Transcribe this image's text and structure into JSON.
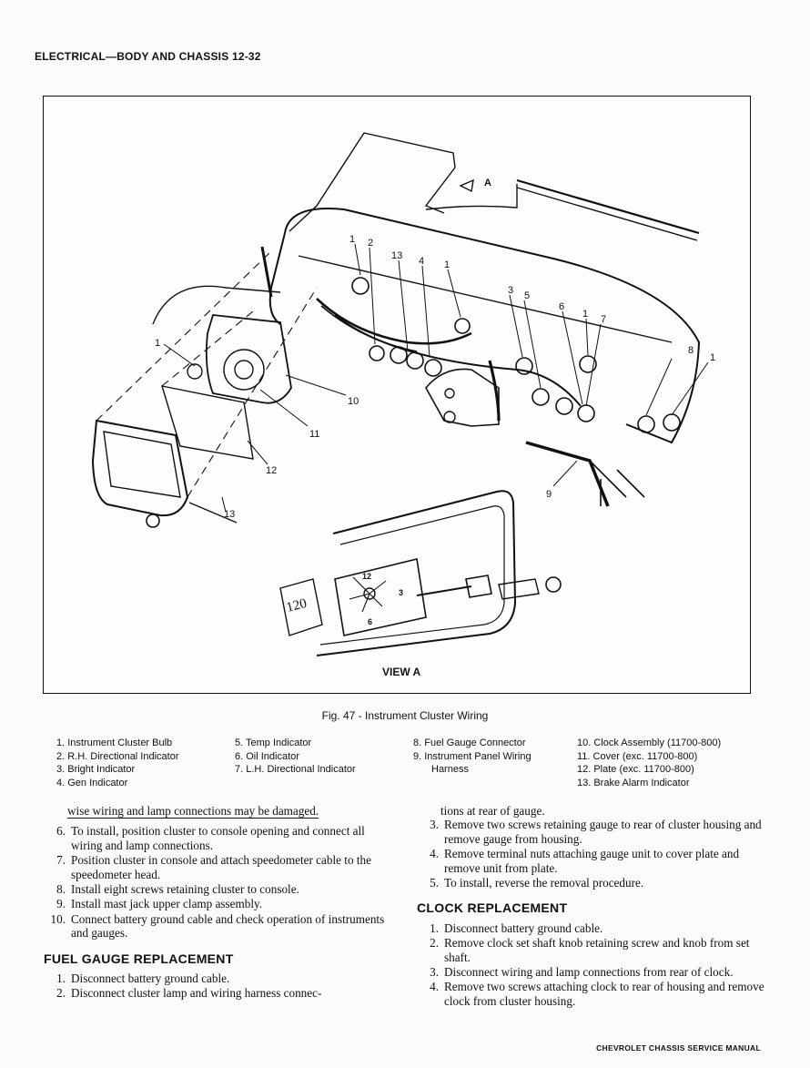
{
  "header": "ELECTRICAL—BODY AND CHASSIS 12-32",
  "figure": {
    "caption": "Fig. 47 - Instrument Cluster Wiring",
    "view_label": "VIEW A",
    "arrow_label": "A",
    "callouts": [
      "1",
      "2",
      "13",
      "4",
      "1",
      "3",
      "5",
      "6",
      "1",
      "7",
      "8",
      "1",
      "1",
      "10",
      "11",
      "12",
      "13",
      "9"
    ],
    "clock_numerals": [
      "12",
      "3",
      "6"
    ],
    "speedo_text": "120"
  },
  "legend": {
    "col1": [
      "1.  Instrument Cluster Bulb",
      "2.  R.H. Directional Indicator",
      "3.  Bright Indicator",
      "4.  Gen Indicator"
    ],
    "col2": [
      "5.  Temp Indicator",
      "6.  Oil Indicator",
      "7.  L.H. Directional Indicator"
    ],
    "col3": [
      "8.  Fuel Gauge Connector",
      "9.  Instrument Panel Wiring",
      "Harness"
    ],
    "col4": [
      "10.  Clock Assembly (11700-800)",
      "11.  Cover (exc. 11700-800)",
      "12.  Plate (exc. 11700-800)",
      "13.  Brake Alarm Indicator"
    ]
  },
  "left_column": {
    "continued_text": "wise wiring and lamp connections may be damaged.",
    "steps": [
      {
        "n": "6.",
        "t": "To install, position cluster to console opening and connect all wiring and lamp connections."
      },
      {
        "n": "7.",
        "t": "Position cluster in console and attach speedometer cable to the speedometer head."
      },
      {
        "n": "8.",
        "t": "Install eight screws retaining cluster to console."
      },
      {
        "n": "9.",
        "t": "Install mast jack upper clamp assembly."
      },
      {
        "n": "10.",
        "t": "Connect battery ground cable and check operation of instruments and gauges."
      }
    ],
    "fuel_heading": "FUEL GAUGE REPLACEMENT",
    "fuel_steps": [
      {
        "n": "1.",
        "t": "Disconnect battery ground cable."
      },
      {
        "n": "2.",
        "t": "Disconnect cluster lamp and wiring harness connec-"
      }
    ]
  },
  "right_column": {
    "continued_text": "tions at rear of gauge.",
    "steps": [
      {
        "n": "3.",
        "t": "Remove two screws retaining gauge to rear of cluster housing and remove gauge from housing."
      },
      {
        "n": "4.",
        "t": "Remove terminal nuts attaching gauge unit to cover plate and remove unit from plate."
      },
      {
        "n": "5.",
        "t": "To install, reverse the removal procedure."
      }
    ],
    "clock_heading": "CLOCK REPLACEMENT",
    "clock_steps": [
      {
        "n": "1.",
        "t": "Disconnect battery ground cable."
      },
      {
        "n": "2.",
        "t": "Remove clock set shaft knob retaining screw and knob from set shaft."
      },
      {
        "n": "3.",
        "t": "Disconnect wiring and lamp connections from rear of clock."
      },
      {
        "n": "4.",
        "t": "Remove two screws attaching clock to rear of housing and remove clock from cluster housing."
      }
    ]
  },
  "footer": "CHEVROLET CHASSIS SERVICE MANUAL"
}
